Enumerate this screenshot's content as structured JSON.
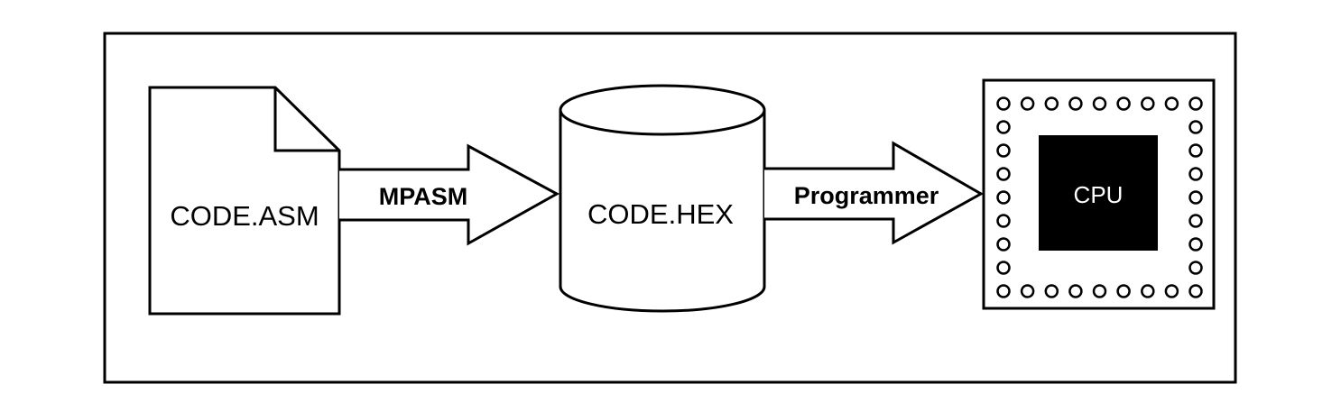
{
  "nodes": {
    "source_file": {
      "label": "CODE.ASM",
      "icon": "document-icon"
    },
    "hex_file": {
      "label": "CODE.HEX",
      "icon": "cylinder-icon"
    },
    "cpu_chip": {
      "label": "CPU",
      "icon": "chip-icon"
    }
  },
  "edges": {
    "assemble": {
      "label": "MPASM",
      "from": "source_file",
      "to": "hex_file"
    },
    "program": {
      "label": "Programmer",
      "from": "hex_file",
      "to": "cpu_chip"
    }
  },
  "colors": {
    "ink": "#000000",
    "paper": "#ffffff",
    "cpu_die": "#000000"
  }
}
